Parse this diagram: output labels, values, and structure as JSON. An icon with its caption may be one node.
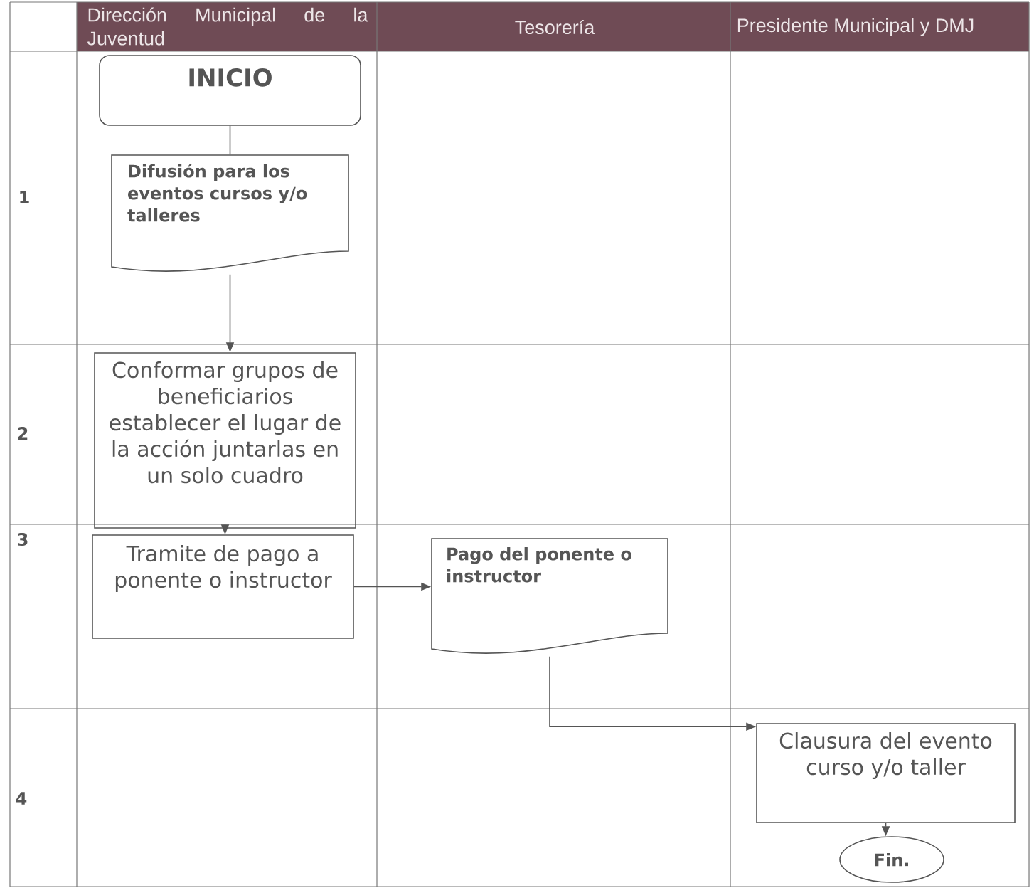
{
  "diagram": {
    "nodes": [
      {
        "text": [
          "INICIO"
        ]
      },
      {
        "text": [
          "Difusión para los eventos cursos y/o talleres"
        ]
      },
      {
        "text": [
          "Conformar grupos de beneficiarios establecer el lugar de la acción juntarlas en un solo cuadro"
        ]
      },
      {
        "text": [
          "Tramite de pago a ponente o instructor"
        ]
      },
      {
        "text": [
          "Pago del ponente o instructor"
        ]
      },
      {
        "text": [
          "Clausura del evento curso y/o taller"
        ]
      },
      {
        "text": [
          "Fin."
        ]
      }
    ],
    "edges": [
      {
        "from": 0,
        "to": 1,
        "arrow": "none"
      },
      {
        "from": 1,
        "to": 2,
        "arrow": "to"
      },
      {
        "from": 2,
        "to": 3,
        "arrow": "to"
      },
      {
        "from": 3,
        "to": 4,
        "arrow": "to"
      },
      {
        "from": 4,
        "to": 5,
        "arrow": "to"
      },
      {
        "from": 5,
        "to": 6,
        "arrow": "to"
      }
    ],
    "labels": [
      "Dirección Municipal de la Juventud",
      "Tesorería",
      "Presidente Municipal y DMJ",
      "1",
      "2",
      "3",
      "4"
    ]
  }
}
